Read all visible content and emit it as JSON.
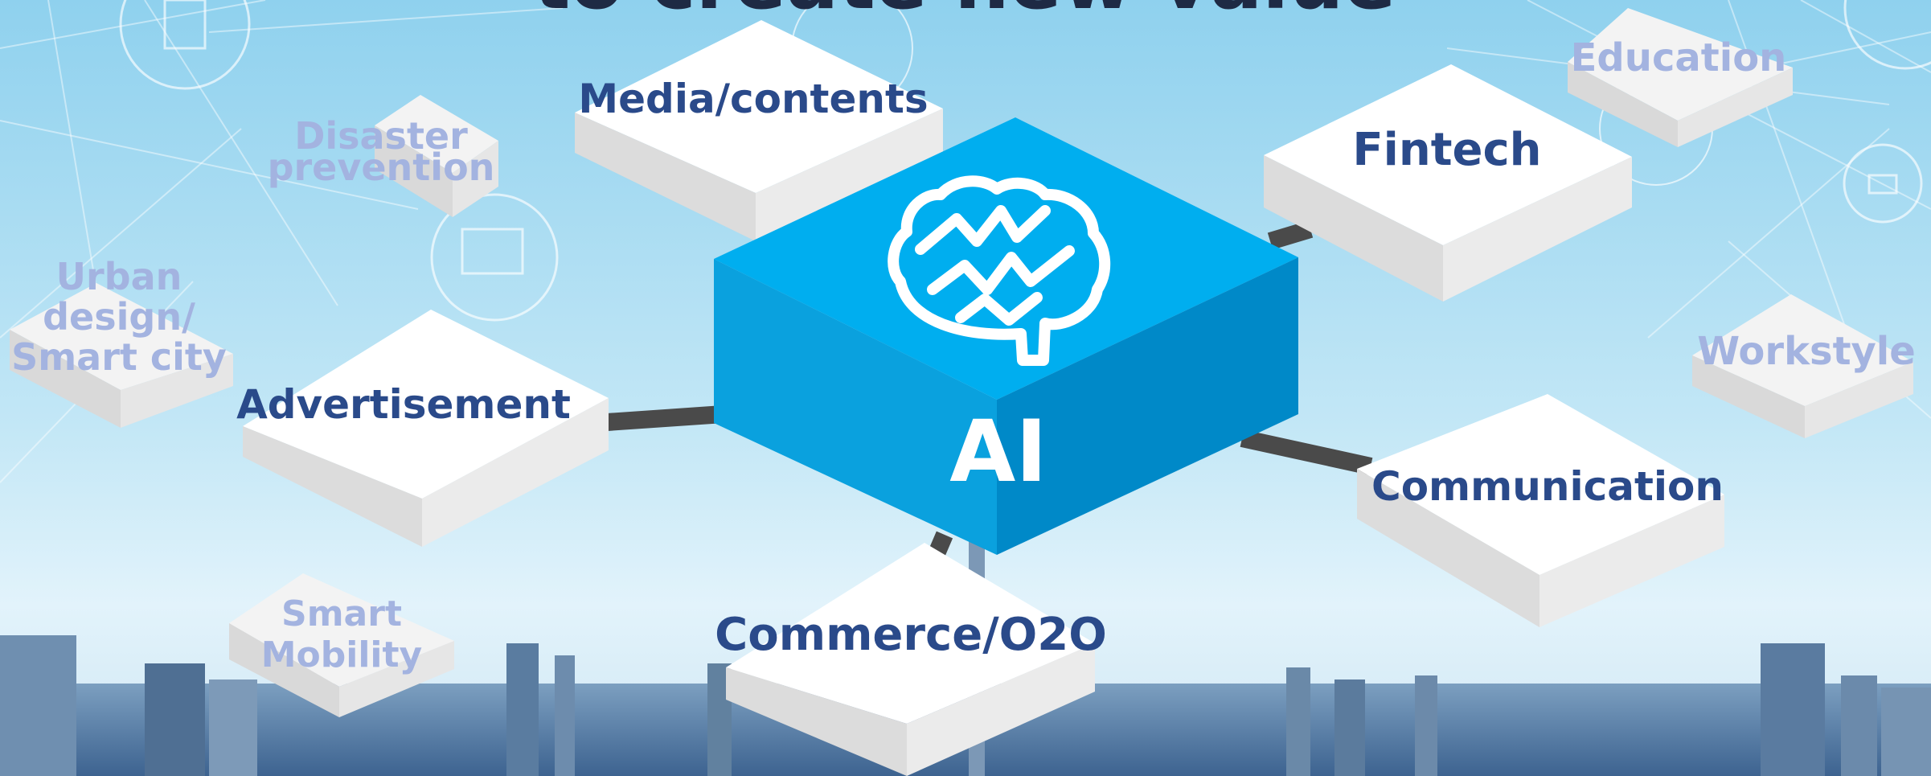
{
  "headline": {
    "partial_text": "to create new value"
  },
  "hub": {
    "label": "AI",
    "icon": "brain-icon"
  },
  "connected_fields": [
    "Media/contents",
    "Fintech",
    "Advertisement",
    "Communication",
    "Commerce/O2O"
  ],
  "other_fields": {
    "education": "Education",
    "disaster": [
      "Disaster",
      "prevention"
    ],
    "urban": [
      "Urban",
      "design/",
      "Smart city"
    ],
    "workstyle": "Workstyle",
    "mobility": [
      "Smart",
      "Mobility"
    ]
  },
  "colors": {
    "sky_top": "#93d3ef",
    "sky_bottom": "#dcf1fa",
    "hub_top": "#00aeef",
    "hub_left": "#0099da",
    "hub_right": "#0088c6",
    "label_dark": "#2a4a8a",
    "label_light": "#a3b3e0",
    "connector": "#4a4a4a",
    "icon_line": "#ffffff"
  }
}
